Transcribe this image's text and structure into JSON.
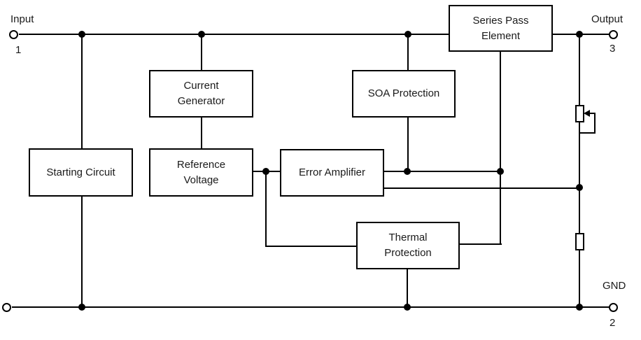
{
  "diagram": {
    "blocks": {
      "series_pass_element": {
        "label": "Series Pass\nElement"
      },
      "current_generator": {
        "label": "Current\nGenerator"
      },
      "soa_protection": {
        "label": "SOA Protection"
      },
      "starting_circuit": {
        "label": "Starting Circuit"
      },
      "reference_voltage": {
        "label": "Reference\nVoltage"
      },
      "error_amplifier": {
        "label": "Error Amplifier"
      },
      "thermal_protection": {
        "label": "Thermal\nProtection"
      }
    },
    "terminals": {
      "input": {
        "label": "Input",
        "pin": "1"
      },
      "output": {
        "label": "Output",
        "pin": "3"
      },
      "gnd": {
        "label": "GND",
        "pin": "2"
      }
    },
    "colors": {
      "line": "#000000",
      "background": "#ffffff"
    }
  }
}
